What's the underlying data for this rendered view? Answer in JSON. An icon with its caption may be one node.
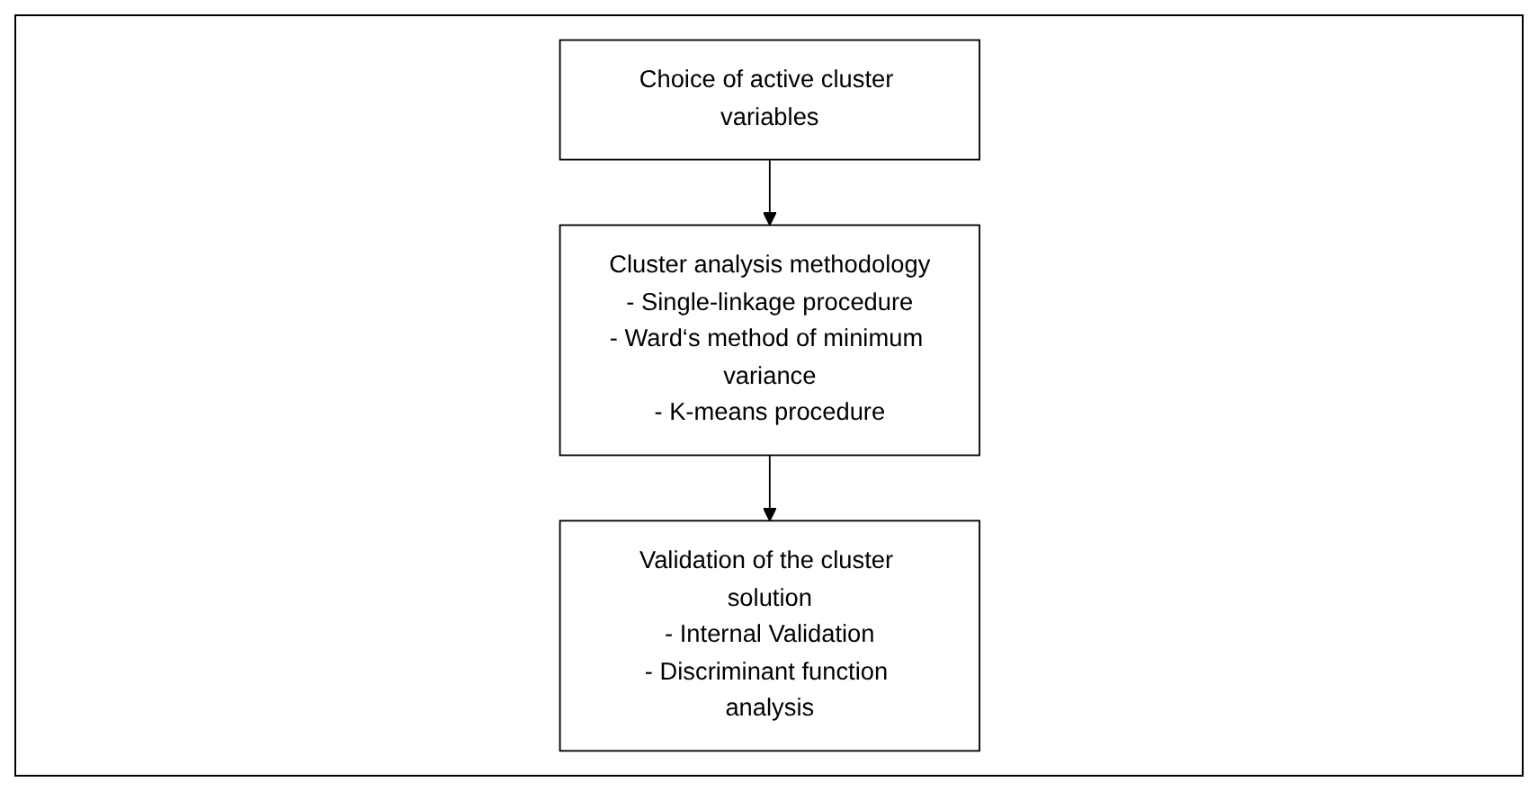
{
  "diagram": {
    "nodes": [
      {
        "text": [
          "Choice of active cluster variables"
        ]
      },
      {
        "text": [
          "Cluster analysis methodology",
          "- Single-linkage procedure",
          "- Ward‘s method of minimum variance",
          "- K-means procedure"
        ]
      },
      {
        "text": [
          "Validation of the cluster solution",
          "- Internal Validation",
          "- Discriminant function analysis"
        ]
      }
    ],
    "edges": [
      {
        "from": 0,
        "to": 1,
        "arrow": "to"
      },
      {
        "from": 1,
        "to": 2,
        "arrow": "to"
      }
    ]
  }
}
